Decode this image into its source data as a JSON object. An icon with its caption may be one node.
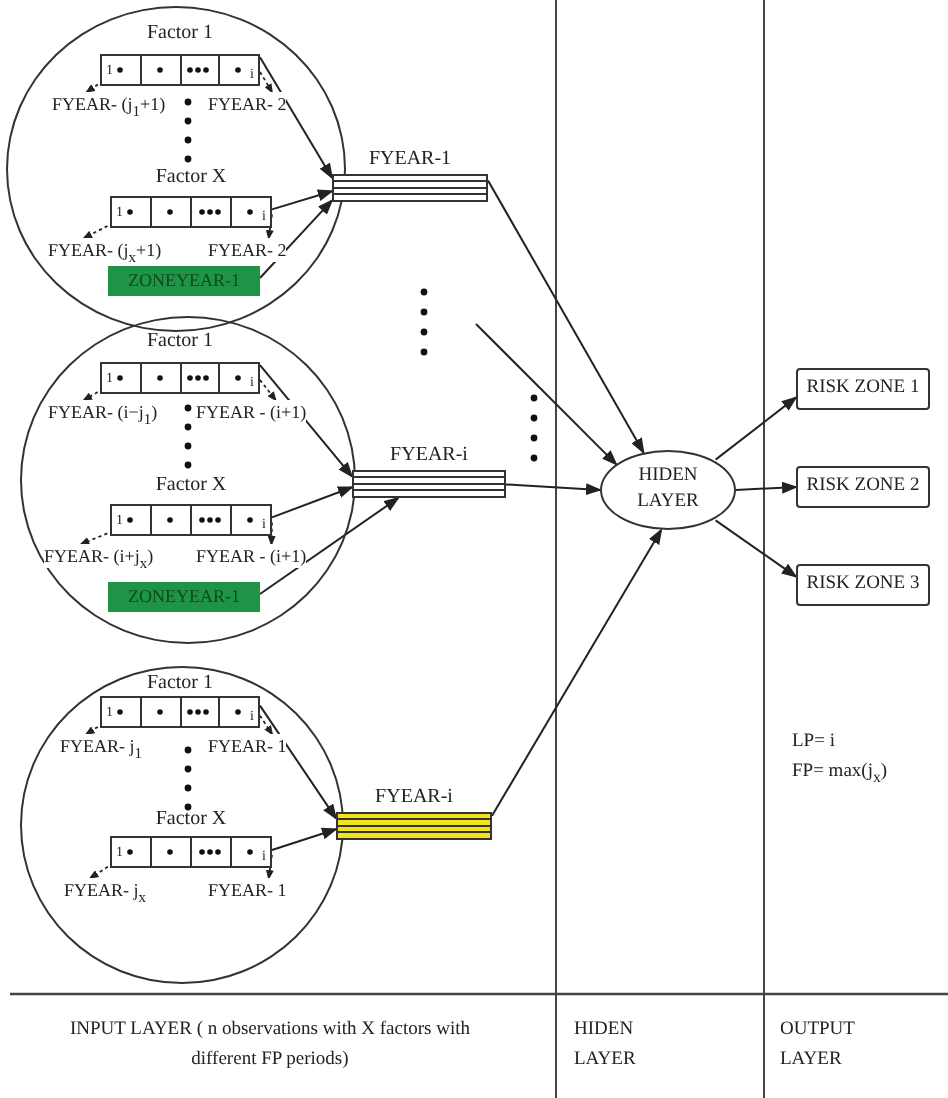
{
  "diagram": {
    "nodes": [
      {
        "text": [],
        "shape": "circle"
      },
      {
        "text": [
          "Factor 1",
          "1",
          "i"
        ],
        "in": 0
      },
      {
        "text": [
          "FYEAR- (j$_{1}$+1)"
        ],
        "in": 0
      },
      {
        "text": [
          "FYEAR- 2"
        ],
        "in": 0
      },
      {
        "text": [
          "Factor X",
          "1",
          "i"
        ],
        "in": 0
      },
      {
        "text": [
          "FYEAR- (j$_{x}$+1)"
        ],
        "in": 0
      },
      {
        "text": [
          "FYEAR- 2"
        ],
        "in": 0
      },
      {
        "text": [
          "ZONEYEAR-1"
        ],
        "in": 0
      },
      {
        "text": [
          "FYEAR-1"
        ]
      },
      {
        "text": [],
        "shape": "circle"
      },
      {
        "text": [
          "Factor 1",
          "1",
          "i"
        ],
        "in": 9
      },
      {
        "text": [
          "FYEAR- (i−j$_{1}$)"
        ],
        "in": 9
      },
      {
        "text": [
          "FYEAR - (i+1)"
        ],
        "in": 9
      },
      {
        "text": [
          "Factor X",
          "1",
          "i"
        ],
        "in": 9
      },
      {
        "text": [
          "FYEAR- (i+j$_{x}$)"
        ],
        "in": 9
      },
      {
        "text": [
          "FYEAR - (i+1)"
        ],
        "in": 9
      },
      {
        "text": [
          "ZONEYEAR-1"
        ],
        "in": 9
      },
      {
        "text": [
          "FYEAR-i"
        ]
      },
      {
        "text": [],
        "shape": "circle"
      },
      {
        "text": [
          "Factor 1",
          "1",
          "i"
        ],
        "in": 18
      },
      {
        "text": [
          "FYEAR- j$_{1}$"
        ],
        "in": 18
      },
      {
        "text": [
          "FYEAR- 1"
        ],
        "in": 18
      },
      {
        "text": [
          "Factor X",
          "1",
          "i"
        ],
        "in": 18
      },
      {
        "text": [
          "FYEAR- j$_{x}$"
        ],
        "in": 18
      },
      {
        "text": [
          "FYEAR- 1"
        ],
        "in": 18
      },
      {
        "text": [
          "FYEAR-i"
        ]
      },
      {
        "text": [
          "HIDEN LAYER"
        ]
      },
      {
        "text": [
          "RISK ZONE 1"
        ]
      },
      {
        "text": [
          "RISK ZONE 2"
        ]
      },
      {
        "text": [
          "RISK ZONE 3"
        ]
      }
    ],
    "edges": [
      {
        "from": 1,
        "to": 8,
        "arrow": "to"
      },
      {
        "from": 4,
        "to": 8,
        "arrow": "to"
      },
      {
        "from": 7,
        "to": 8,
        "arrow": "to"
      },
      {
        "from": 1,
        "to": 2,
        "arrow": "to",
        "style": "dashed"
      },
      {
        "from": 1,
        "to": 3,
        "arrow": "to",
        "style": "dashed"
      },
      {
        "from": 4,
        "to": 5,
        "arrow": "to",
        "style": "dashed"
      },
      {
        "from": 4,
        "to": 6,
        "arrow": "to",
        "style": "dashed"
      },
      {
        "from": 10,
        "to": 17,
        "arrow": "to"
      },
      {
        "from": 13,
        "to": 17,
        "arrow": "to"
      },
      {
        "from": 16,
        "to": 17,
        "arrow": "to"
      },
      {
        "from": 10,
        "to": 11,
        "arrow": "to",
        "style": "dashed"
      },
      {
        "from": 10,
        "to": 12,
        "arrow": "to",
        "style": "dashed"
      },
      {
        "from": 13,
        "to": 14,
        "arrow": "to",
        "style": "dashed"
      },
      {
        "from": 13,
        "to": 15,
        "arrow": "to",
        "style": "dashed"
      },
      {
        "from": 19,
        "to": 25,
        "arrow": "to"
      },
      {
        "from": 22,
        "to": 25,
        "arrow": "to"
      },
      {
        "from": 19,
        "to": 20,
        "arrow": "to",
        "style": "dashed"
      },
      {
        "from": 19,
        "to": 21,
        "arrow": "to",
        "style": "dashed"
      },
      {
        "from": 22,
        "to": 23,
        "arrow": "to",
        "style": "dashed"
      },
      {
        "from": 22,
        "to": 24,
        "arrow": "to",
        "style": "dashed"
      },
      {
        "from": 8,
        "to": 26,
        "arrow": "to"
      },
      {
        "from": null,
        "to": 26,
        "arrow": "to"
      },
      {
        "from": 17,
        "to": 26,
        "arrow": "to"
      },
      {
        "from": 25,
        "to": 26,
        "arrow": "to"
      },
      {
        "from": 26,
        "to": 27,
        "arrow": "to"
      },
      {
        "from": 26,
        "to": 28,
        "arrow": "to"
      },
      {
        "from": 26,
        "to": 29,
        "arrow": "to"
      }
    ],
    "labels": [
      "LP= i",
      "FP= max(j$_{x}$)",
      "INPUT LAYER ( n observations with X factors with different FP periods)",
      "HIDEN LAYER",
      "OUTPUT LAYER"
    ]
  }
}
